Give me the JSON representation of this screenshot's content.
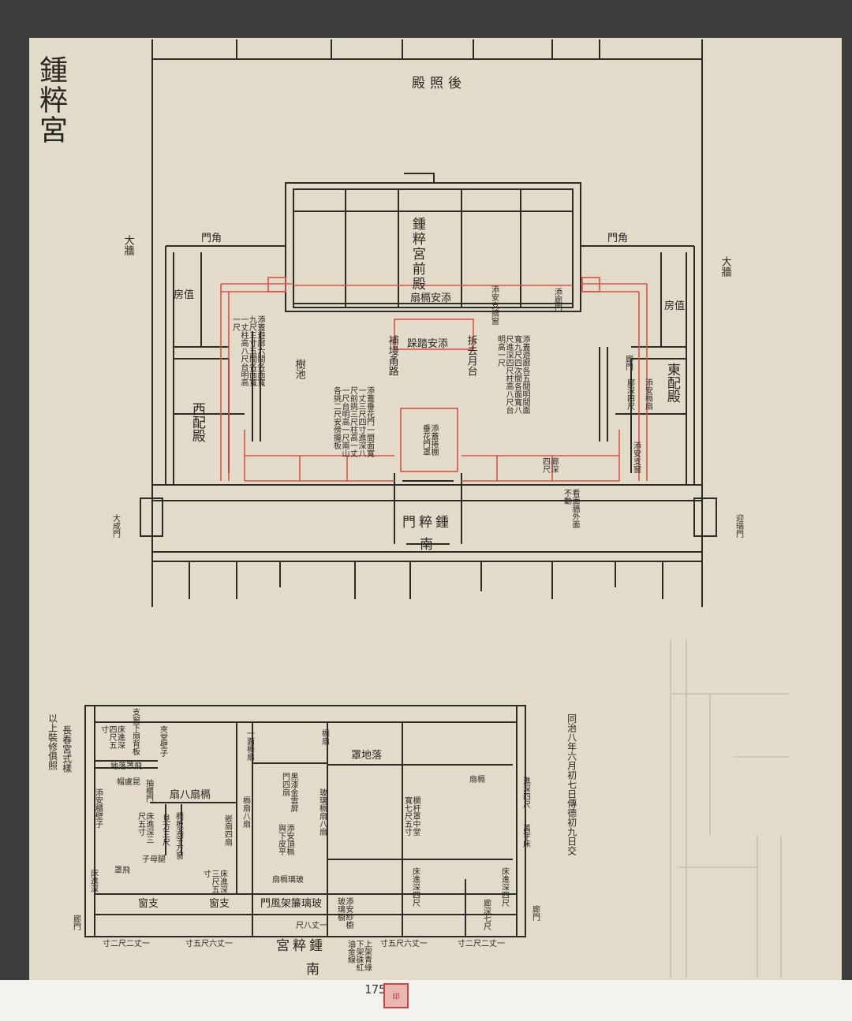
{
  "title": "鍾粹宮",
  "upper_plan": {
    "rear_hall": "後照殿",
    "front_hall": "鍾粹宮前殿",
    "partition_front": "添安槅扇",
    "window_note": "添安支摘窗",
    "corridor_door": "添廊門",
    "left_corner_gate": "角門",
    "right_corner_gate": "角門",
    "left_wall": "大牆",
    "right_wall": "大牆",
    "left_duty_room": "值房",
    "right_duty_room": "值房",
    "steps": "添安踏跺",
    "remove_terrace": "拆去月台",
    "paved_path": "補墁甬路",
    "tree_bed": "樹池",
    "west_veranda_note": "添蓋遊廊六間各面寬九尺三寸五間各面寬一丈柱高八尺台明高一尺",
    "east_veranda_note": "添蓋遊廊各五間明間面寬九尺四次間各面寬八尺進深四尺柱高八尺台明高一尺",
    "flower_gate_note": "添蓋垂花門一間面寬一丈三尺四寸進深八尺前挑三尺柱高一丈一尺台明高一尺兩山各挑二尺安傍攏板",
    "flower_gate_label": "添蓋捲棚垂花門罩",
    "corridor_depth": "廊深四尺",
    "east_hall": "東配殿",
    "west_hall": "西配殿",
    "east_partition": "添安槅扇",
    "east_window": "添安支窗",
    "east_corridor_door": "廊門",
    "east_corridor_depth": "廊深四尺",
    "wall_note": "看面牆外面不動",
    "left_gate": "大成門",
    "right_gate": "迎瑞門",
    "main_gate": "鍾粹門",
    "south": "南"
  },
  "lower_plan": {
    "side_note_1": "以上裝修俱照",
    "side_note_2": "長春宮式樣",
    "date_note": "同治八年六月初七日傳德初九日交",
    "labels": [
      "支窗下扇背板",
      "床進深四尺五寸",
      "夾堂壁子",
      "飛罩落地",
      "昆盧帽",
      "抽櫃門",
      "添安櫃壁子",
      "槅扇八扇",
      "床進深三尺五寸",
      "見方三尺",
      "欄板滿字方窗",
      "子母腿",
      "飛罩",
      "床進深",
      "床進深三尺五寸",
      "一面槅扇",
      "槅扇八扇",
      "嵌扇四扇",
      "黑漆金雲屏門四扇",
      "添安頂槅與下皮平",
      "槅扇",
      "玻璃槅扇八扇",
      "玻璃槅扇",
      "落地罩",
      "槅扇",
      "欄杆罩中堂寬七尺五寸",
      "進深四尺",
      "萬字床",
      "床進深四尺",
      "床進深四尺",
      "支窗",
      "支窗",
      "玻璃簾架風門",
      "添安紗櫥玻璃櫥",
      "廊深七尺",
      "廊門",
      "廊門"
    ],
    "dim_1": "一丈二尺二寸",
    "dim_2": "一丈六尺五寸",
    "dim_center": "一丈八尺",
    "dim_3": "一丈六尺五寸",
    "dim_4": "一丈二尺二寸",
    "building": "鍾粹宮",
    "finish_note": "上架青綠下架硃紅油金線",
    "south": "南"
  },
  "footer": {
    "page_number": "175",
    "seal": "印"
  },
  "colors": {
    "paper": "#e2dbca",
    "ink": "#2a2622",
    "red": "#d9534a"
  }
}
